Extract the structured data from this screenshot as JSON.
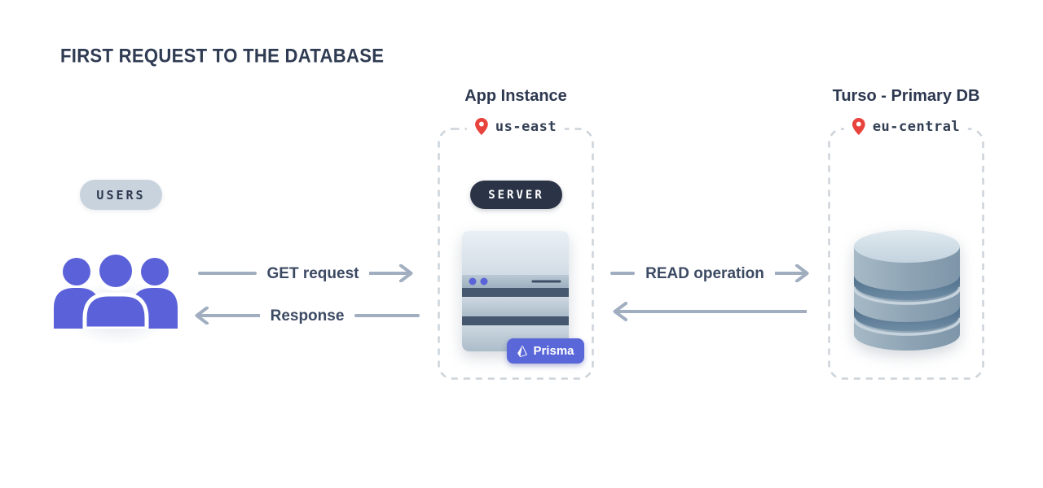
{
  "title": "FIRST REQUEST TO THE DATABASE",
  "users": {
    "label": "USERS"
  },
  "app": {
    "heading": "App Instance",
    "region": "us-east",
    "server_label": "SERVER",
    "prisma_label": "Prisma"
  },
  "turso": {
    "heading": "Turso - Primary DB",
    "region": "eu-central"
  },
  "flows": {
    "get_request": "GET request",
    "response": "Response",
    "read_operation": "READ operation"
  },
  "colors": {
    "title_text": "#2f3b52",
    "label_text": "#3c4a63",
    "accent_indigo": "#5a61d9",
    "prisma_purple": "#5a67d8",
    "arrow_gray": "#a0aec0",
    "users_pill_bg": "#c9d3de",
    "server_pill_bg": "#2b3447",
    "dashed_border": "#ccd3da",
    "pin_red": "#e8433c"
  }
}
